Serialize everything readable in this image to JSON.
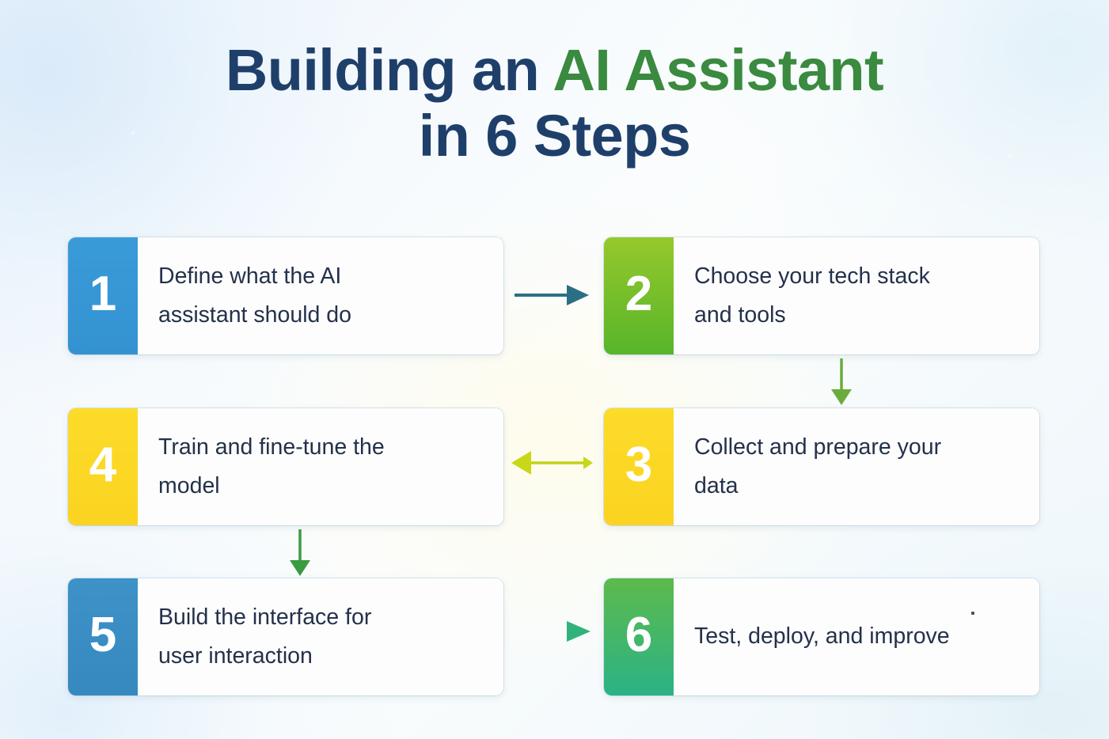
{
  "page": {
    "background_color": "#f2f8fc",
    "accent_navy": "#1f3f6b",
    "accent_green": "#3a8a3f",
    "body_text_color": "#24314a"
  },
  "title": {
    "line1_prefix": "Building an ",
    "line1_accent": "AI Assistant",
    "line2": "in 6 Steps"
  },
  "steps": [
    {
      "number": "1",
      "text": "Define what the AI assistant should do",
      "color": "#3498db",
      "color_name": "blue"
    },
    {
      "number": "2",
      "text": "Choose your tech stack and tools",
      "color": "#6fbf2c",
      "color_name": "green"
    },
    {
      "number": "3",
      "text": "Collect and prepare your data",
      "color": "#fbd525",
      "color_name": "yellow"
    },
    {
      "number": "4",
      "text": "Train and fine-tune the model",
      "color": "#fbd525",
      "color_name": "yellow"
    },
    {
      "number": "5",
      "text": "Build the interface for user interaction",
      "color": "#3a8dc4",
      "color_name": "blue"
    },
    {
      "number": "6",
      "text": "Test, deploy, and improve",
      "color": "#43b665",
      "color_name": "green"
    }
  ],
  "connectors": [
    {
      "id": "arrow-1-to-2",
      "from": "1",
      "to": "2",
      "direction": "right",
      "color": "#2b6f85"
    },
    {
      "id": "arrow-2-to-3",
      "from": "2",
      "to": "3",
      "direction": "down",
      "color": "#6aac3c"
    },
    {
      "id": "arrow-3-to-4",
      "from": "3",
      "to": "4",
      "direction": "bidirectional",
      "color": "#c3d118"
    },
    {
      "id": "arrow-4-to-5",
      "from": "4",
      "to": "5",
      "direction": "down",
      "color": "#3a9b3f"
    },
    {
      "id": "arrow-5-to-6",
      "from": "5",
      "to": "6",
      "direction": "right",
      "color": "#4cb95f"
    }
  ]
}
